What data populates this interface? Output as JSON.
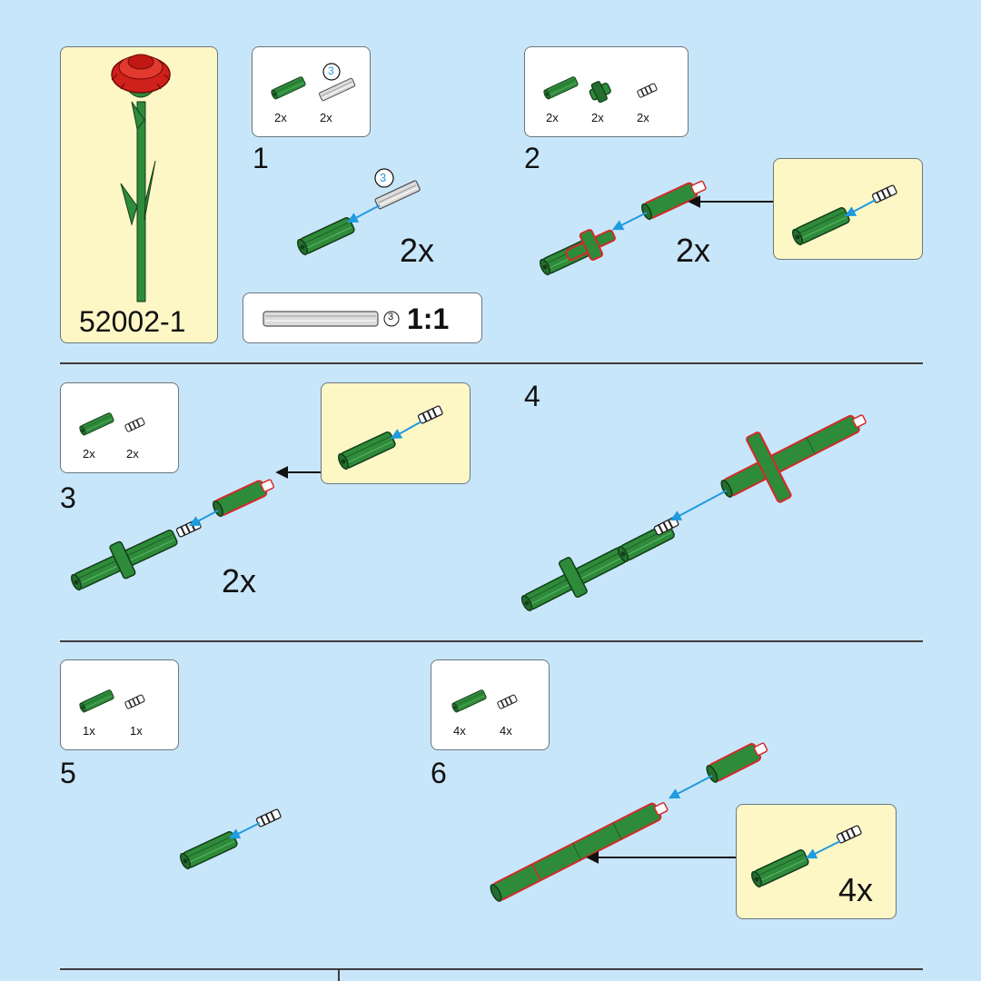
{
  "model": {
    "set_number": "52002-1"
  },
  "steps": [
    {
      "number": "1",
      "parts": [
        "2x",
        "2x"
      ],
      "part_callout": "3",
      "callout_number": "3",
      "multiplier": "2x"
    },
    {
      "number": "2",
      "parts": [
        "2x",
        "2x",
        "2x"
      ],
      "multiplier": "2x"
    },
    {
      "number": "3",
      "parts": [
        "2x",
        "2x"
      ],
      "multiplier": "2x"
    },
    {
      "number": "4"
    },
    {
      "number": "5",
      "parts": [
        "1x",
        "1x"
      ]
    },
    {
      "number": "6",
      "parts": [
        "4x",
        "4x"
      ],
      "sub_multiplier": "4x"
    }
  ],
  "scale_box": {
    "length_number": "3",
    "ratio": "1:1"
  },
  "colors": {
    "background": "#c8e6fa",
    "stem_green": "#2e8b3a",
    "stem_dark": "#1f5e27",
    "rose_red": "#d0201a",
    "arrow_blue": "#1f9be0",
    "highlight_red": "#d32a2a",
    "sub_panel": "#fdf7c6"
  }
}
